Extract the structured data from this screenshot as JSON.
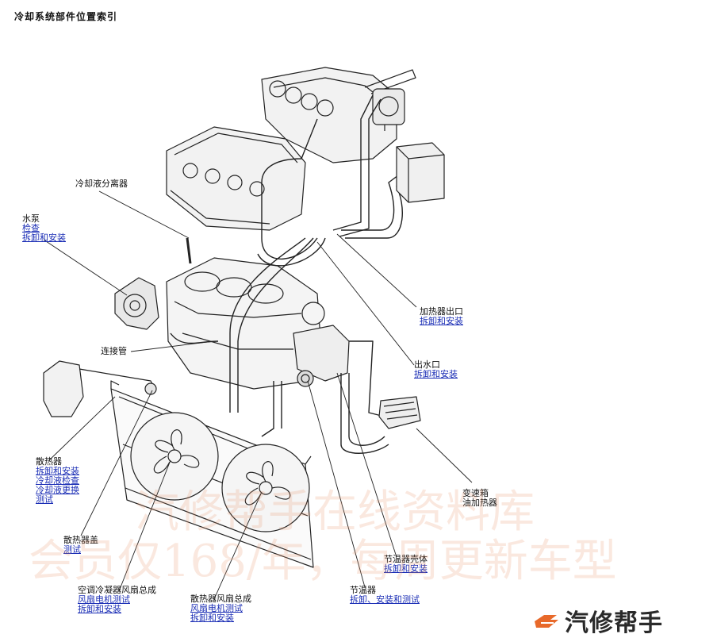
{
  "title": "冷却系统部件位置索引",
  "labels": {
    "coolant_distributor": {
      "name": "冷却液分离器"
    },
    "water_pump": {
      "name": "水泵",
      "links": [
        "检查",
        "拆卸和安装"
      ]
    },
    "connector_pipe": {
      "name": "连接管"
    },
    "radiator": {
      "name": "散热器",
      "links": [
        "拆卸和安装",
        "冷却液检查",
        "冷却液更换",
        "测试"
      ]
    },
    "radiator_cap": {
      "name": "散热器盖",
      "links": [
        "测试"
      ]
    },
    "ac_condenser_fan": {
      "name": "空调冷凝器风扇总成",
      "links": [
        "风扇电机测试",
        "拆卸和安装"
      ]
    },
    "radiator_fan": {
      "name": "散热器风扇总成",
      "links": [
        "风扇电机测试",
        "拆卸和安装"
      ]
    },
    "thermostat": {
      "name": "节温器",
      "links": [
        "拆卸、安装和测试"
      ]
    },
    "thermostat_housing": {
      "name": "节温器壳体",
      "links": [
        "拆卸和安装"
      ]
    },
    "heater_outlet": {
      "name": "加热器出口",
      "links": [
        "拆卸和安装"
      ]
    },
    "water_outlet": {
      "name": "出水口",
      "links": [
        "拆卸和安装"
      ]
    },
    "atf_warmer": {
      "name": "变速箱\n油加热器"
    }
  },
  "watermark": {
    "line1": "汽修帮手在线资料库",
    "line2": "会员仅168/年，每周更新车型"
  },
  "brand": "汽修帮手",
  "colors": {
    "link": "#1a2db5",
    "line": "#222222",
    "watermark": "#e6966e"
  }
}
